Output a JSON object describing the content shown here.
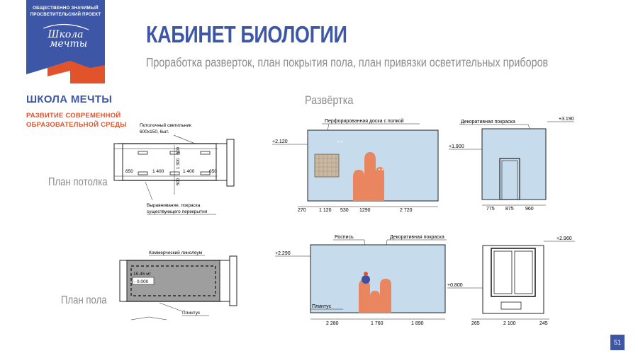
{
  "logo": {
    "top_text": [
      "ОБЩЕСТВЕННО ЗНАЧИМЫЙ",
      "ПРОСВЕТИТЕЛЬСКИЙ ПРОЕКТ"
    ],
    "script_text": [
      "Школа",
      "мечты"
    ]
  },
  "brand": {
    "title": "ШКОЛА МЕЧТЫ",
    "subtitle_line1": "РАЗВИТИЕ СОВРЕМЕННОЙ",
    "subtitle_line2": "ОБРАЗОВАТЕЛЬНОЙ СРЕДЫ"
  },
  "page": {
    "title": "КАБИНЕТ БИОЛОГИИ",
    "subtitle": "Проработка разверток, план покрытия пола, план привязки осветительных приборов",
    "section_label": "Развёртка",
    "number": "51"
  },
  "ceiling_plan": {
    "label": "План потолка",
    "note_line1": "Потолочный светильник",
    "note_line2": "600х150, 6шт.",
    "bottom_note_line1": "Выравнивание, покраска",
    "bottom_note_line2": "существующего перекрытия",
    "dims": [
      "650",
      "1 400",
      "1 400",
      "650"
    ],
    "vertical_dims": [
      "500",
      "1 300",
      "500"
    ]
  },
  "floor_plan": {
    "label": "План пола",
    "note": "Коммерческий линолеум",
    "area": "15.46 м²",
    "level": "- 0.000",
    "baseboard": "Плинтус"
  },
  "elevation_a": {
    "level": "+2.120",
    "note": "Перфорированная доска с полкой",
    "dims": [
      "270",
      "1 120",
      "530",
      "1290",
      "2 720"
    ]
  },
  "elevation_b": {
    "level_top": "+3.190",
    "level_door": "+1.900",
    "note": "Декоративная покраска",
    "dims": [
      "775",
      "875",
      "960"
    ]
  },
  "elevation_c": {
    "level": "+2.290",
    "note_mural": "Роспись",
    "note_paint": "Декоративная покраска",
    "baseboard": "Плинтус",
    "dims": [
      "2 280",
      "1 760",
      "1 890"
    ]
  },
  "elevation_d": {
    "level_top": "+2.960",
    "level_sill": "+0.800",
    "dims": [
      "265",
      "2 100",
      "245"
    ]
  },
  "colors": {
    "brand_blue": "#3d56a6",
    "brand_orange": "#e2532b",
    "wall_light_blue": "#c6dcec",
    "cactus_orange": "#e9855f"
  }
}
